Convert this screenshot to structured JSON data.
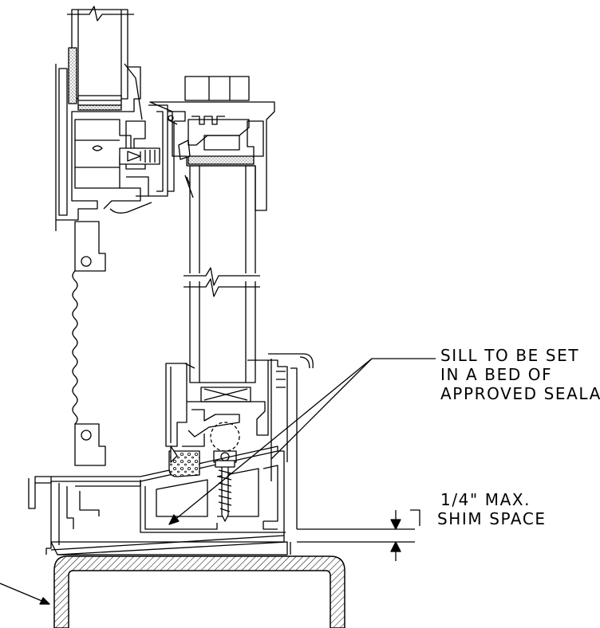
{
  "notes": {
    "sealant": {
      "line1": "SILL TO BE SET",
      "line2": "IN A BED OF",
      "line3": "APPROVED SEALANT"
    },
    "shim": {
      "line1": "1/4\" MAX.",
      "line2": "SHIM SPACE"
    }
  },
  "colors": {
    "line": "#000000",
    "background": "#ffffff",
    "glazing_fill": "#9a9a9a"
  }
}
